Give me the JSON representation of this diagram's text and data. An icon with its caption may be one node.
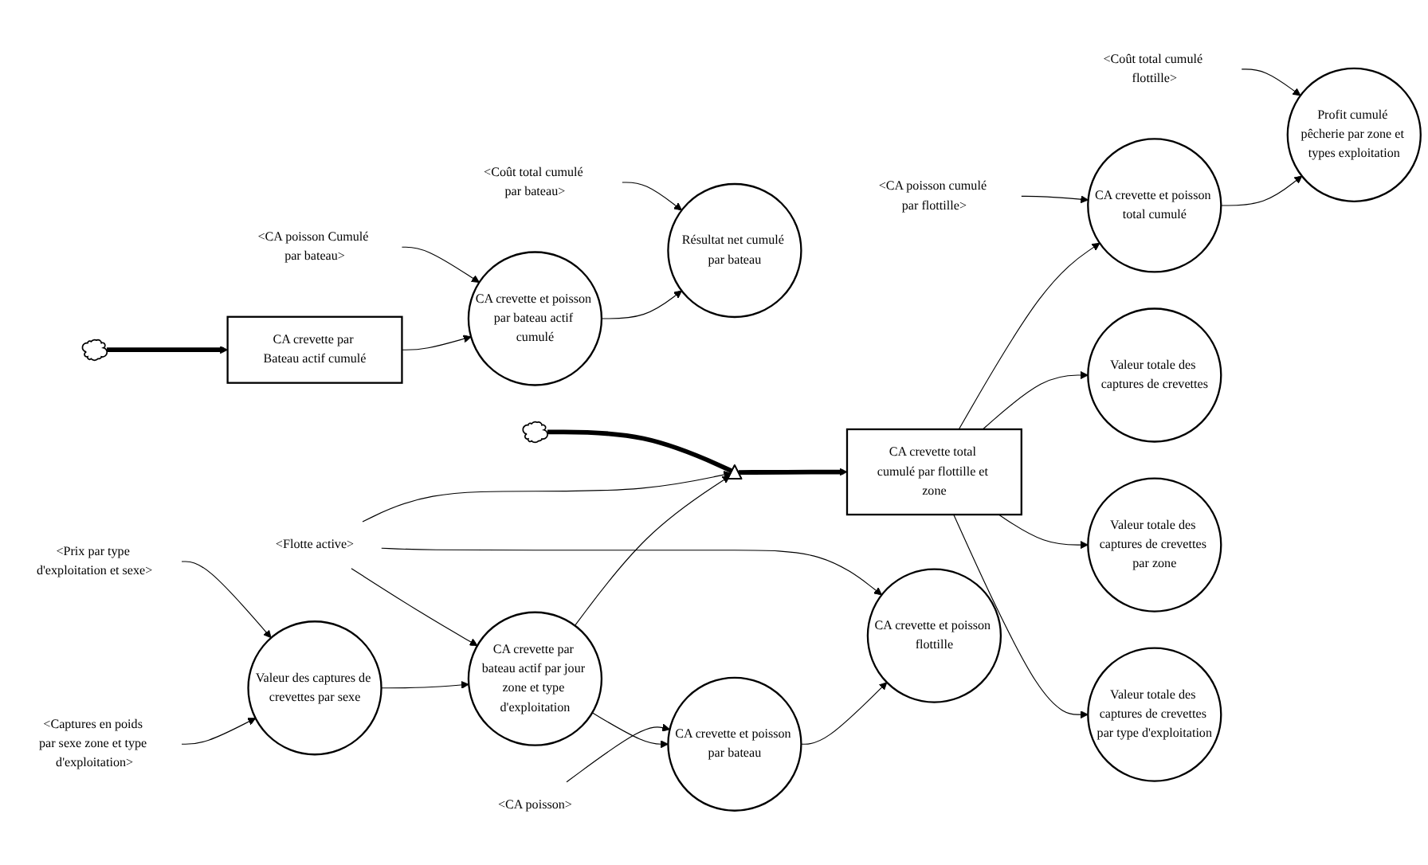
{
  "diagram": {
    "nodes": [
      {
        "text": [
          "Valeur des captures de crevettes par sexe"
        ]
      },
      {
        "text": [
          "<Captures en poids par sexe zone et type d'exploitation>"
        ]
      },
      {
        "text": [
          "<Prix par type d'exploitation et sexe>"
        ]
      },
      {
        "text": [
          "<Coût total cumulé par bateau>"
        ]
      },
      {
        "text": [],
        "shape": "cloud"
      },
      {
        "text": [
          "CA crevette par Bateau actif cumulé"
        ]
      },
      {
        "text": [
          "CA crevette et poisson par bateau actif cumulé"
        ]
      },
      {
        "text": [
          "Résultat net cumulé par bateau"
        ]
      },
      {
        "text": [
          "CA crevette par bateau actif par jour zone et type d'exploitation"
        ]
      },
      {
        "text": [
          "<Coût total cumulé flottille>"
        ]
      },
      {
        "text": [
          "<CA poisson Cumulé par bateau>"
        ]
      },
      {
        "text": [
          "<Flotte active>"
        ]
      },
      {
        "text": [
          "<CA poisson cumulé par flottille>"
        ]
      },
      {
        "text": [],
        "shape": "cloud"
      },
      {
        "text": [],
        "shape": "triangle"
      },
      {
        "text": [
          "CA crevette total cumulé par flottille et zone"
        ]
      },
      {
        "text": [
          "CA crevette et poisson total cumulé"
        ]
      },
      {
        "text": [
          "Profit cumulé pêcherie par zone et types exploitation"
        ]
      },
      {
        "text": [
          "CA crevette et poisson par bateau"
        ]
      },
      {
        "text": [
          "<CA poisson>"
        ]
      },
      {
        "text": [
          "Valeur totale des captures de crevettes"
        ]
      },
      {
        "text": [
          "CA crevette et poisson flottille"
        ]
      },
      {
        "text": [
          "Valeur totale des captures de crevettes par zone"
        ]
      },
      {
        "text": [
          "Valeur totale des captures de crevettes par type d'exploitation"
        ]
      }
    ],
    "edges": [
      {
        "from": 1,
        "to": 0,
        "arrow": "to"
      },
      {
        "from": 2,
        "to": 0,
        "arrow": "to"
      },
      {
        "from": 0,
        "to": 8,
        "arrow": "to"
      },
      {
        "from": 4,
        "to": 5,
        "arrow": "to",
        "style": "thick"
      },
      {
        "from": 5,
        "to": 6,
        "arrow": "to"
      },
      {
        "from": 10,
        "to": 6,
        "arrow": "to"
      },
      {
        "from": 6,
        "to": 7,
        "arrow": "to"
      },
      {
        "from": 3,
        "to": 7,
        "arrow": "to"
      },
      {
        "from": 11,
        "to": 8,
        "arrow": "to"
      },
      {
        "from": 8,
        "to": 14,
        "arrow": "to"
      },
      {
        "from": 11,
        "to": 14,
        "arrow": "to"
      },
      {
        "from": 13,
        "to": 14,
        "arrow": "none",
        "style": "thick"
      },
      {
        "from": 14,
        "to": 15,
        "arrow": "to",
        "style": "thick"
      },
      {
        "from": 15,
        "to": 16,
        "arrow": "to"
      },
      {
        "from": 12,
        "to": 16,
        "arrow": "to"
      },
      {
        "from": 16,
        "to": 17,
        "arrow": "to"
      },
      {
        "from": 9,
        "to": 17,
        "arrow": "to"
      },
      {
        "from": 8,
        "to": 18,
        "arrow": "to"
      },
      {
        "from": 19,
        "to": 18,
        "arrow": "to"
      },
      {
        "from": 15,
        "to": 20,
        "arrow": "to"
      },
      {
        "from": 18,
        "to": 21,
        "arrow": "to"
      },
      {
        "from": 11,
        "to": 21,
        "arrow": "to"
      },
      {
        "from": 15,
        "to": 22,
        "arrow": "to"
      },
      {
        "from": 15,
        "to": 23,
        "arrow": "to"
      }
    ]
  }
}
